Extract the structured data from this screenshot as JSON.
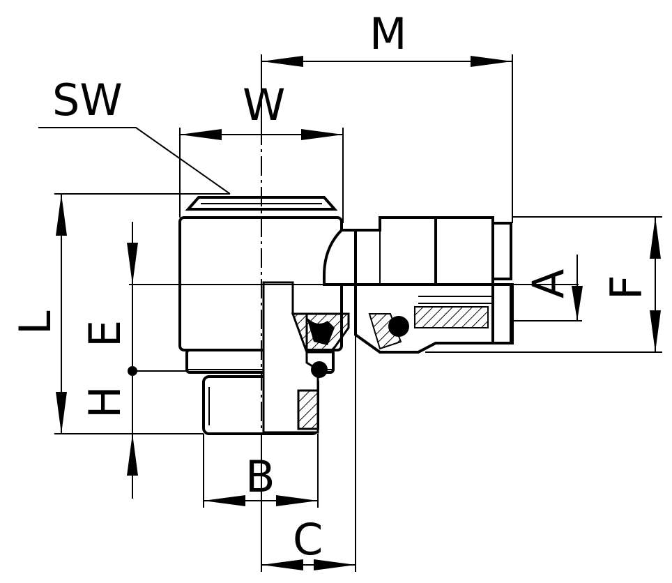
{
  "labels": {
    "sw": "SW",
    "w": "W",
    "m": "M",
    "l": "L",
    "e": "E",
    "h": "H",
    "a": "A",
    "f": "F",
    "b": "B",
    "c": "C"
  }
}
